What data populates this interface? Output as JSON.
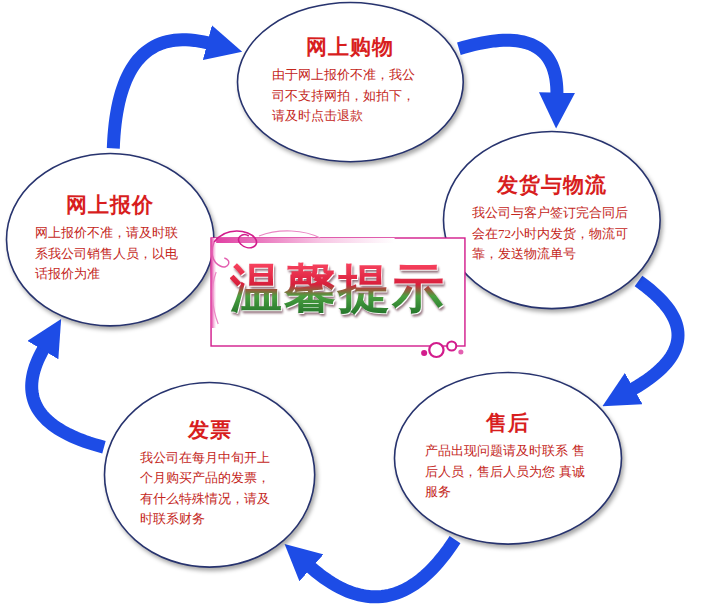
{
  "diagram": {
    "nodes": [
      {
        "text": [
          "网上购物",
          "由于网上报价不准，我公 司不支持网拍，如拍下， 请及时点击退款"
        ]
      },
      {
        "text": [
          "发货与物流",
          "我公司与客户签订完合同后 会在72小时内发货，物流可 靠，发送物流单号"
        ]
      },
      {
        "text": [
          "网上报价",
          "网上报价不准，请及时联 系我公司销售人员，以电 话报价为准"
        ]
      },
      {
        "text": [
          "温馨提示"
        ]
      },
      {
        "text": [
          "发票",
          "我公司在每月中旬开上 个月购买产品的发票， 有什么特殊情况，请及 时联系财务"
        ]
      },
      {
        "text": [
          "售后",
          "产品出现问题请及时联系 售后人员，售后人员为您 真诚服务"
        ]
      }
    ],
    "edges": [
      {
        "from": 0,
        "to": 1,
        "arrow": "to"
      },
      {
        "from": 1,
        "to": 5,
        "arrow": "to"
      },
      {
        "from": 5,
        "to": 4,
        "arrow": "to"
      },
      {
        "from": 4,
        "to": 2,
        "arrow": "to"
      },
      {
        "from": 2,
        "to": 0,
        "arrow": "to"
      }
    ]
  }
}
